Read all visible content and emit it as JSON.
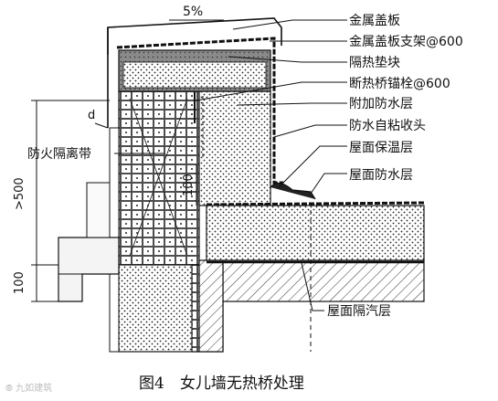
{
  "diagram": {
    "slope_label": "5%",
    "callouts": [
      "金属盖板",
      "金属盖板支架@600",
      "隔热垫块",
      "断热桥锚栓@600",
      "附加防水层",
      "防水自粘收头",
      "屋面保温层",
      "屋面防水层",
      "屋面隔汽层"
    ],
    "left_labels": {
      "firebreak": "防火隔离带",
      "d": "d"
    },
    "dimensions": {
      "over_500": ">500",
      "h100_left": "100",
      "h100_mid": "100"
    },
    "caption": "图4　女儿墙无热桥处理",
    "watermark": "⦾ 九如建筑"
  }
}
